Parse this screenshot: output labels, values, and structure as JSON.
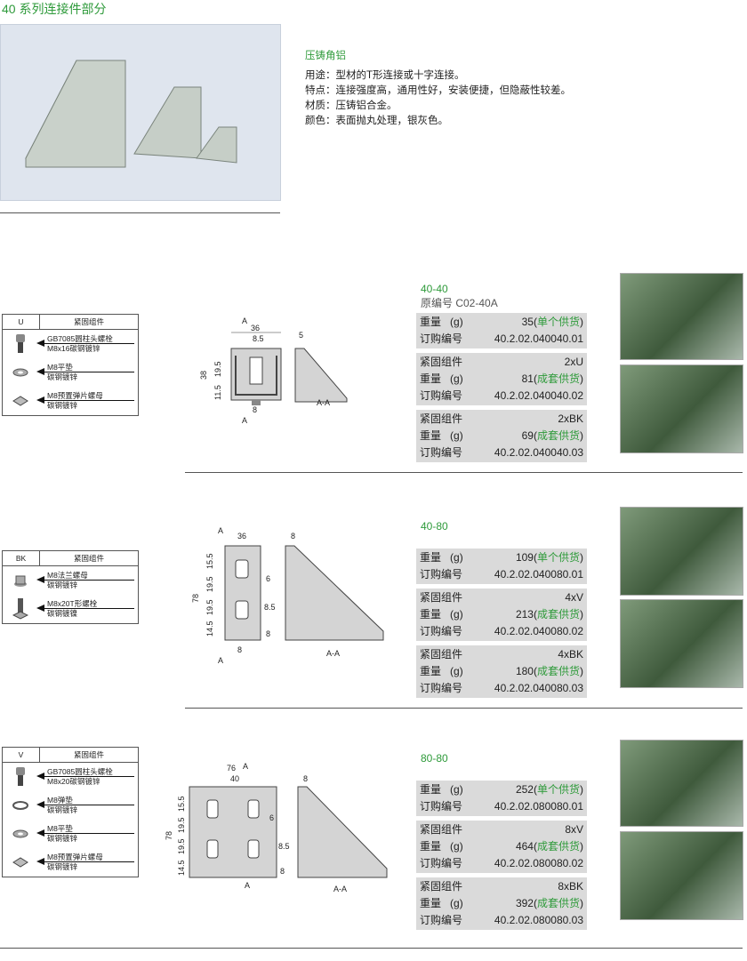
{
  "page_title": "40 系列连接件部分",
  "description": {
    "heading": "压铸角铝",
    "lines": [
      "用途：型材的T形连接或十字连接。",
      "特点：连接强度高，通用性好，安装便捷，但隐蔽性较差。",
      "材质：压铸铝合金。",
      "颜色：表面抛丸处理，银灰色。"
    ]
  },
  "sections": [
    {
      "code": "40-40",
      "old_code": "原编号  C02-40A",
      "fasteners": {
        "type": "U",
        "header": "紧固组件",
        "items": [
          {
            "icon": "cap-screw-icon",
            "l1": "GB7085圆柱头螺栓",
            "l2": "M8x16碳钢镀锌"
          },
          {
            "icon": "flat-washer-icon",
            "l1": "M8平垫",
            "l2": "碳钢镀锌"
          },
          {
            "icon": "spring-nut-icon",
            "l1": "M8预置弹片螺母",
            "l2": "碳钢镀锌"
          }
        ]
      },
      "drawing": {
        "width": "36",
        "slot": "8.5",
        "height": "38",
        "d1": "19.5",
        "d2": "11.5",
        "bottom": "8",
        "side": "5",
        "section": "A",
        "section_label": "A-A"
      },
      "blocks": [
        {
          "weight_label": "重量",
          "unit": "(g)",
          "weight": "35",
          "supply": "单个供货",
          "order_label": "订购编号",
          "order": "40.2.02.040040.01"
        },
        {
          "set_label": "紧固组件",
          "set": "2xU",
          "weight_label": "重量",
          "unit": "(g)",
          "weight": "81",
          "supply": "成套供货",
          "order_label": "订购编号",
          "order": "40.2.02.040040.02"
        },
        {
          "set_label": "紧固组件",
          "set": "2xBK",
          "weight_label": "重量",
          "unit": "(g)",
          "weight": "69",
          "supply": "成套供货",
          "order_label": "订购编号",
          "order": "40.2.02.040040.03"
        }
      ]
    },
    {
      "code": "40-80",
      "fasteners": {
        "type": "BK",
        "header": "紧固组件",
        "items": [
          {
            "icon": "flange-nut-icon",
            "l1": "M8法兰螺母",
            "l2": "碳钢镀锌"
          },
          {
            "icon": "t-bolt-icon",
            "l1": "M8x20T形螺栓",
            "l2": "碳钢镀镍"
          }
        ]
      },
      "drawing": {
        "width": "36",
        "height": "78",
        "d1": "15.5",
        "d2": "19.5",
        "d3": "19.5",
        "d4": "14.5",
        "slot": "6",
        "slot2": "8.5",
        "bottom": "8",
        "side": "8",
        "section": "A",
        "section_label": "A-A"
      },
      "blocks": [
        {
          "weight_label": "重量",
          "unit": "(g)",
          "weight": "109",
          "supply": "单个供货",
          "order_label": "订购编号",
          "order": "40.2.02.040080.01"
        },
        {
          "set_label": "紧固组件",
          "set": "4xV",
          "weight_label": "重量",
          "unit": "(g)",
          "weight": "213",
          "supply": "成套供货",
          "order_label": "订购编号",
          "order": "40.2.02.040080.02"
        },
        {
          "set_label": "紧固组件",
          "set": "4xBK",
          "weight_label": "重量",
          "unit": "(g)",
          "weight": "180",
          "supply": "成套供货",
          "order_label": "订购编号",
          "order": "40.2.02.040080.03"
        }
      ]
    },
    {
      "code": "80-80",
      "fasteners": {
        "type": "V",
        "header": "紧固组件",
        "items": [
          {
            "icon": "cap-screw-icon",
            "l1": "GB7085圆柱头螺栓",
            "l2": "M8x20碳钢镀锌"
          },
          {
            "icon": "spring-washer-icon",
            "l1": "M8弹垫",
            "l2": "碳钢镀锌"
          },
          {
            "icon": "flat-washer-icon",
            "l1": "M8平垫",
            "l2": "碳钢镀锌"
          },
          {
            "icon": "spring-nut-icon",
            "l1": "M8预置弹片螺母",
            "l2": "碳钢镀锌"
          }
        ]
      },
      "drawing": {
        "width": "76",
        "inner": "40",
        "height": "78",
        "d1": "15.5",
        "d2": "19.5",
        "d3": "19.5",
        "d4": "14.5",
        "slot": "6",
        "slot2": "8.5",
        "bottom": "8",
        "side": "8",
        "section": "A",
        "section_label": "A-A"
      },
      "blocks": [
        {
          "weight_label": "重量",
          "unit": "(g)",
          "weight": "252",
          "supply": "单个供货",
          "order_label": "订购编号",
          "order": "40.2.02.080080.01"
        },
        {
          "set_label": "紧固组件",
          "set": "8xV",
          "weight_label": "重量",
          "unit": "(g)",
          "weight": "464",
          "supply": "成套供货",
          "order_label": "订购编号",
          "order": "40.2.02.080080.02"
        },
        {
          "set_label": "紧固组件",
          "set": "8xBK",
          "weight_label": "重量",
          "unit": "(g)",
          "weight": "392",
          "supply": "成套供货",
          "order_label": "订购编号",
          "order": "40.2.02.080080.03"
        }
      ]
    }
  ]
}
